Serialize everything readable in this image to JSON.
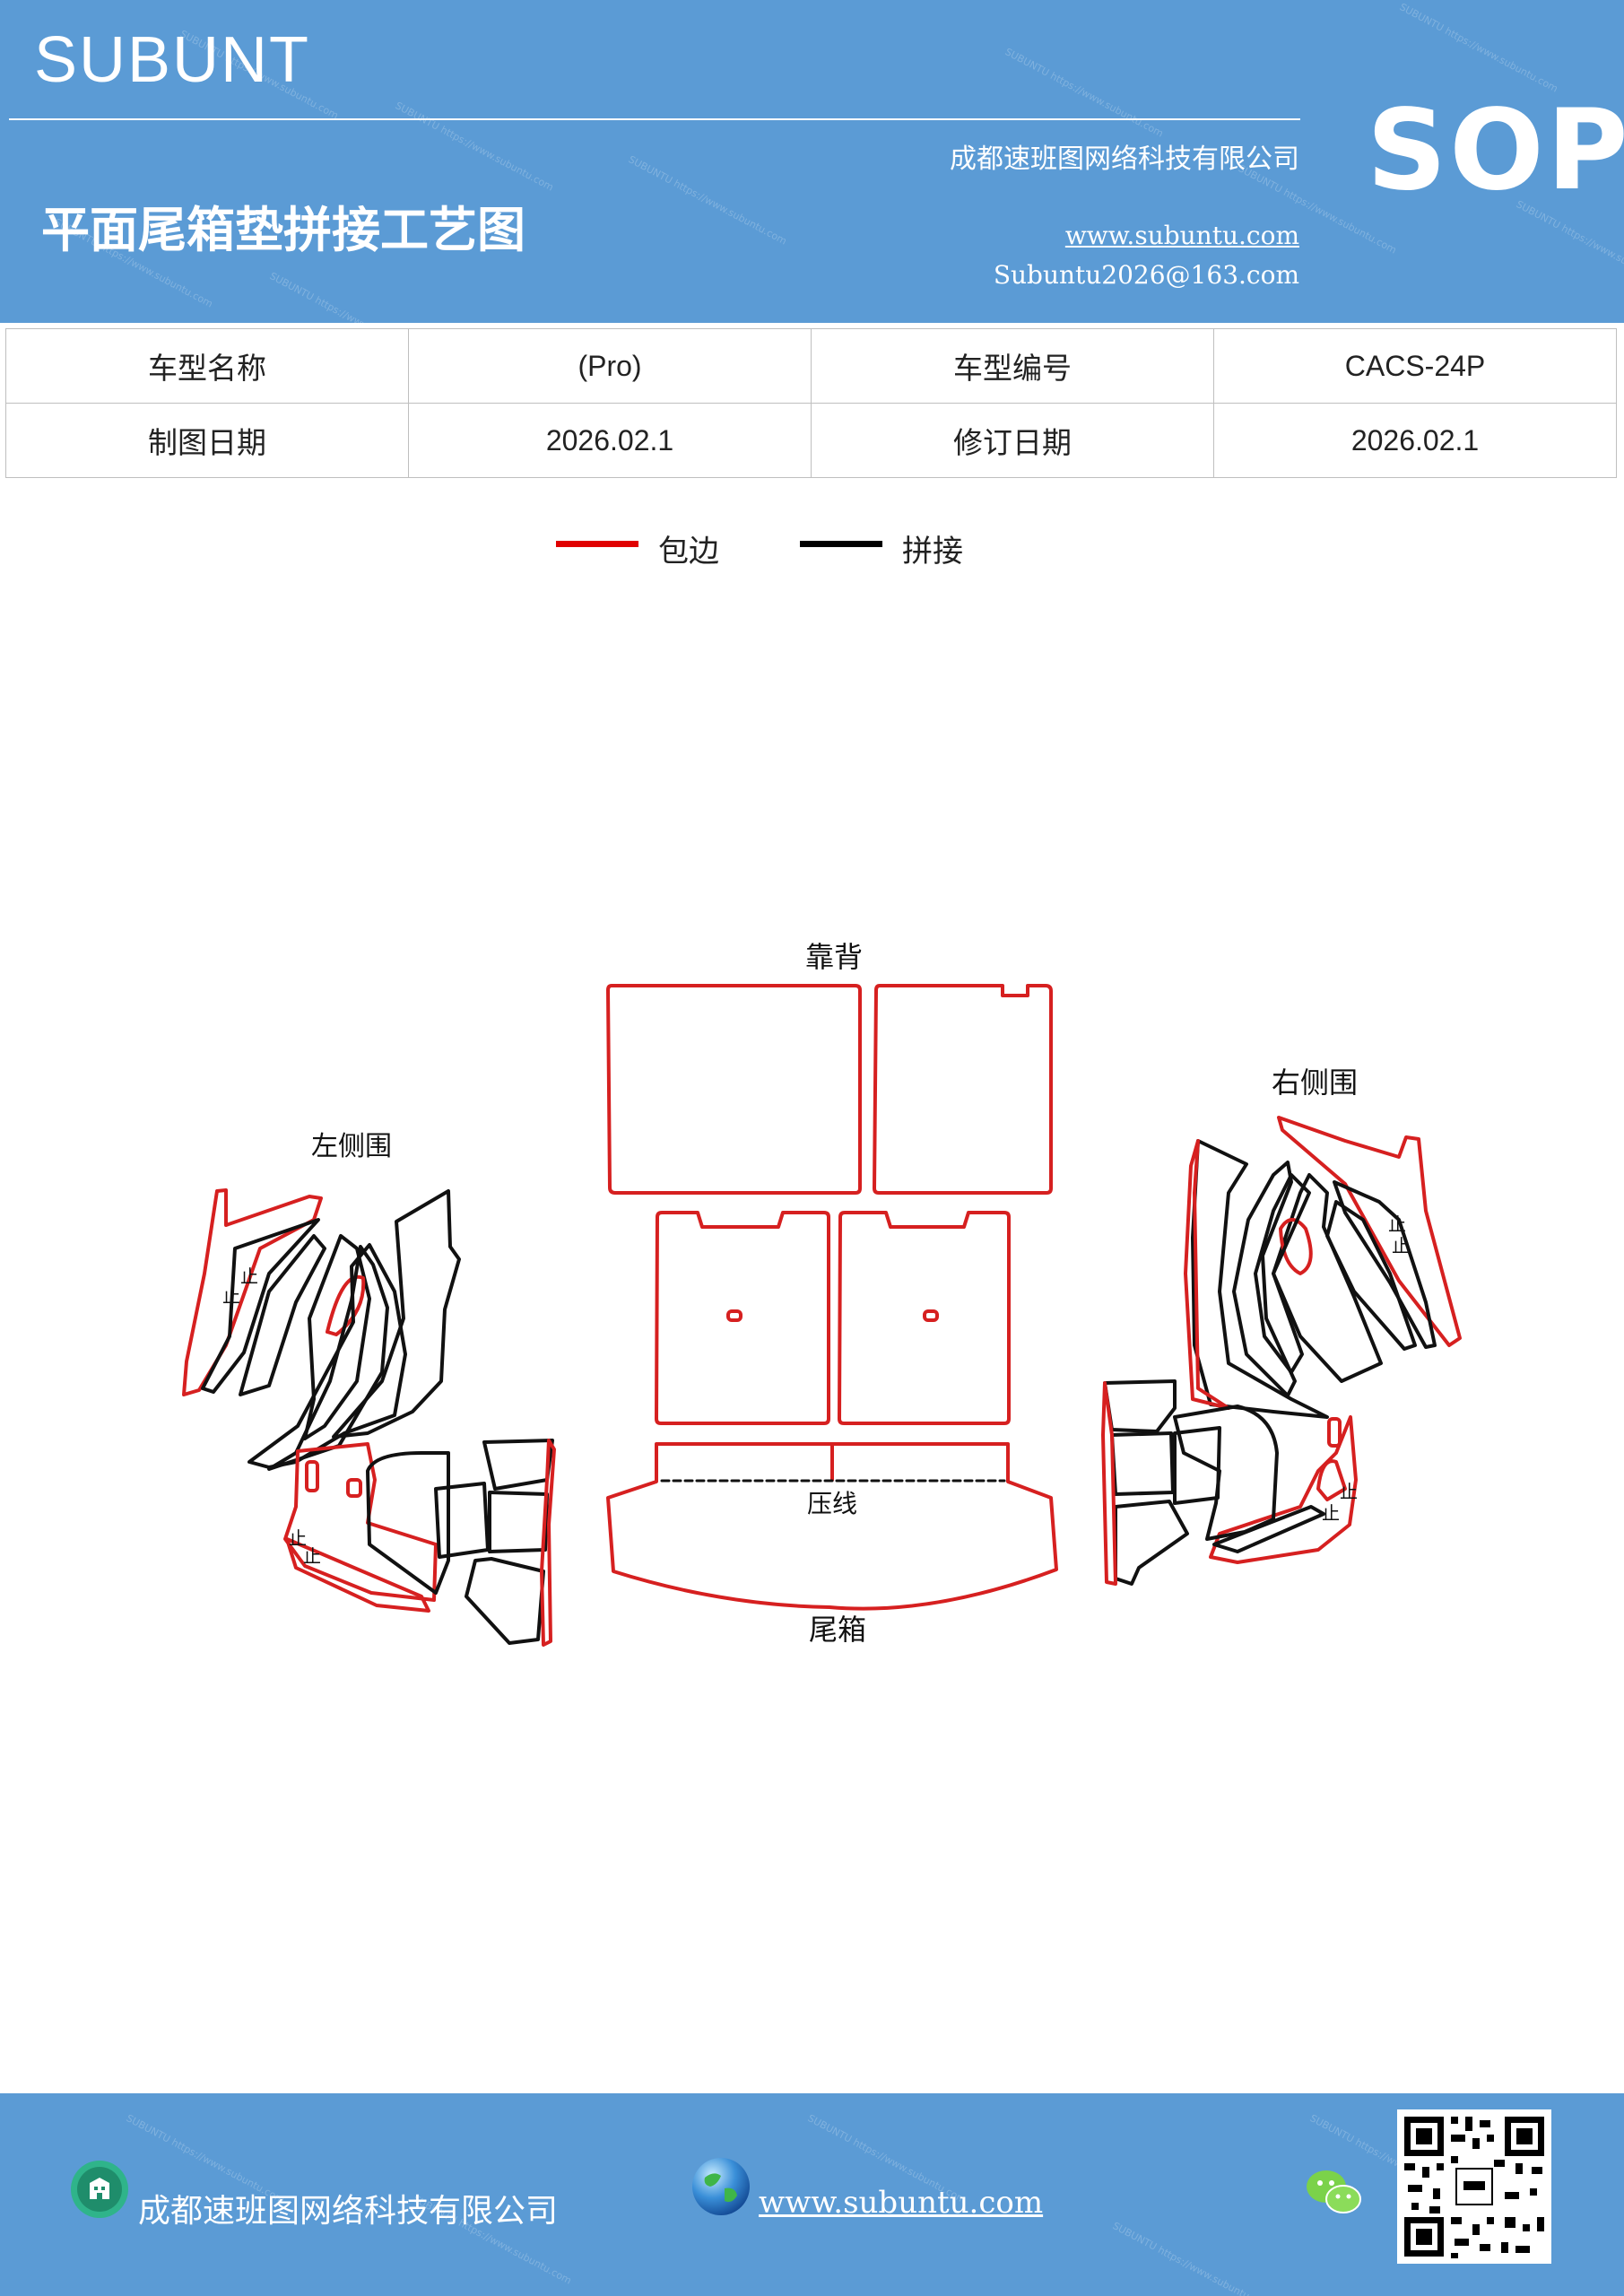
{
  "header": {
    "brand": "SUBUNT",
    "title": "平面尾箱垫拼接工艺图",
    "company": "成都速班图网络科技有限公司",
    "website": "www.subuntu.com",
    "email": "Subuntu2026@163.com",
    "badge": "SOP"
  },
  "info_table": {
    "rows": [
      {
        "label1": "车型名称",
        "value1": "(Pro)",
        "label2": "车型编号",
        "value2": "CACS-24P"
      },
      {
        "label1": "制图日期",
        "value1": "2026.02.1",
        "label2": "修订日期",
        "value2": "2026.02.1"
      }
    ]
  },
  "legend": {
    "items": [
      {
        "label": "包边",
        "color": "#e00000"
      },
      {
        "label": "拼接",
        "color": "#000000"
      }
    ]
  },
  "diagram": {
    "labels": {
      "backrest": "靠背",
      "left_side": "左侧围",
      "right_side": "右侧围",
      "crease": "压线",
      "trunk": "尾箱",
      "stop_mark": "止"
    },
    "edge_color": "#d62020",
    "seam_color": "#111111"
  },
  "footer": {
    "company": "成都速班图网络科技有限公司",
    "website": "www.subuntu.com",
    "icons": [
      "building-icon",
      "globe-icon",
      "wechat-icon",
      "qr-code"
    ]
  },
  "colors": {
    "header_bg": "#5b9bd5",
    "text_on_header": "#ffffff"
  }
}
